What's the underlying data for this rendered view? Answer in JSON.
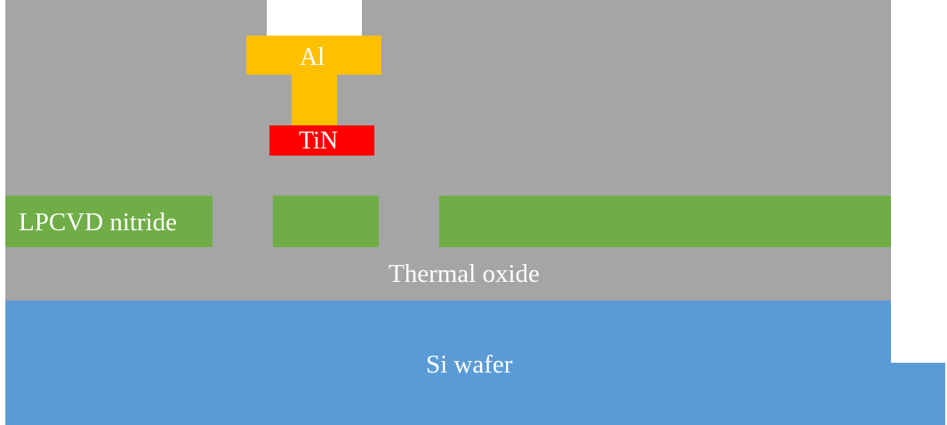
{
  "diagram": {
    "labels": {
      "al": "Al",
      "tin": "TiN",
      "nitride": "LPCVD nitride",
      "thermal_oxide": "Thermal oxide",
      "si_wafer": "Si wafer"
    },
    "colors": {
      "oxide": "#a5a5a5",
      "nitride": "#70ad47",
      "aluminum": "#ffc000",
      "tin": "#ff0000",
      "si_wafer": "#5b9bd5",
      "opening": "#ffffff",
      "label_text": "#ffffff"
    }
  }
}
